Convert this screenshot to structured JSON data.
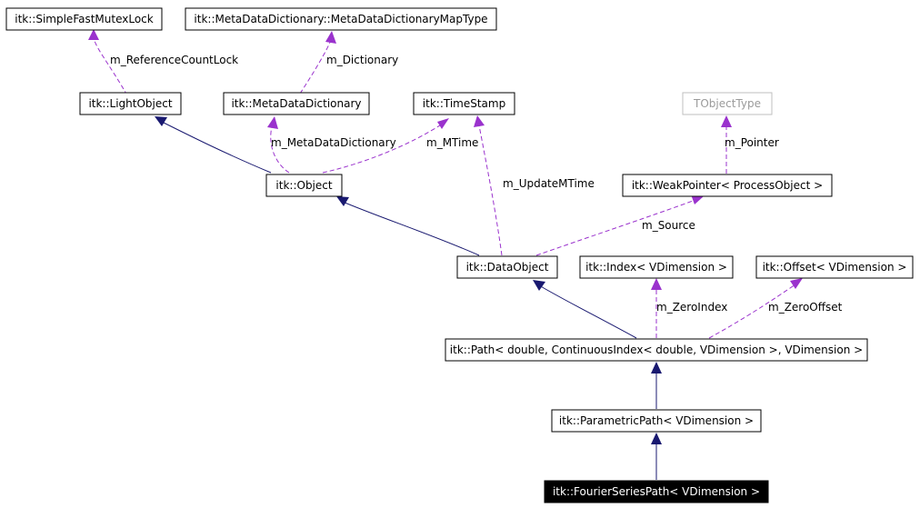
{
  "nodes": {
    "mutex": "itk::SimpleFastMutexLock",
    "dictmap": "itk::MetaDataDictionary::MetaDataDictionaryMapType",
    "lightobject": "itk::LightObject",
    "metadict": "itk::MetaDataDictionary",
    "timestamp": "itk::TimeStamp",
    "tobjecttype": "TObjectType",
    "object": "itk::Object",
    "weakpointer": "itk::WeakPointer< ProcessObject >",
    "dataobject": "itk::DataObject",
    "index": "itk::Index< VDimension >",
    "offset": "itk::Offset< VDimension >",
    "path": "itk::Path< double, ContinuousIndex< double, VDimension >, VDimension >",
    "parametric": "itk::ParametricPath< VDimension >",
    "fourier": "itk::FourierSeriesPath< VDimension >"
  },
  "edges": {
    "reference_count_lock": "m_ReferenceCountLock",
    "dictionary": "m_Dictionary",
    "metadatadictionary": "m_MetaDataDictionary",
    "mtime": "m_MTime",
    "update_mtime": "m_UpdateMTime",
    "pointer": "m_Pointer",
    "source": "m_Source",
    "zero_index": "m_ZeroIndex",
    "zero_offset": "m_ZeroOffset"
  },
  "colors": {
    "inheritance": "#191970",
    "member": "#9a32cd",
    "focus_fill": "#000000",
    "template_border": "#bfbfbf"
  }
}
